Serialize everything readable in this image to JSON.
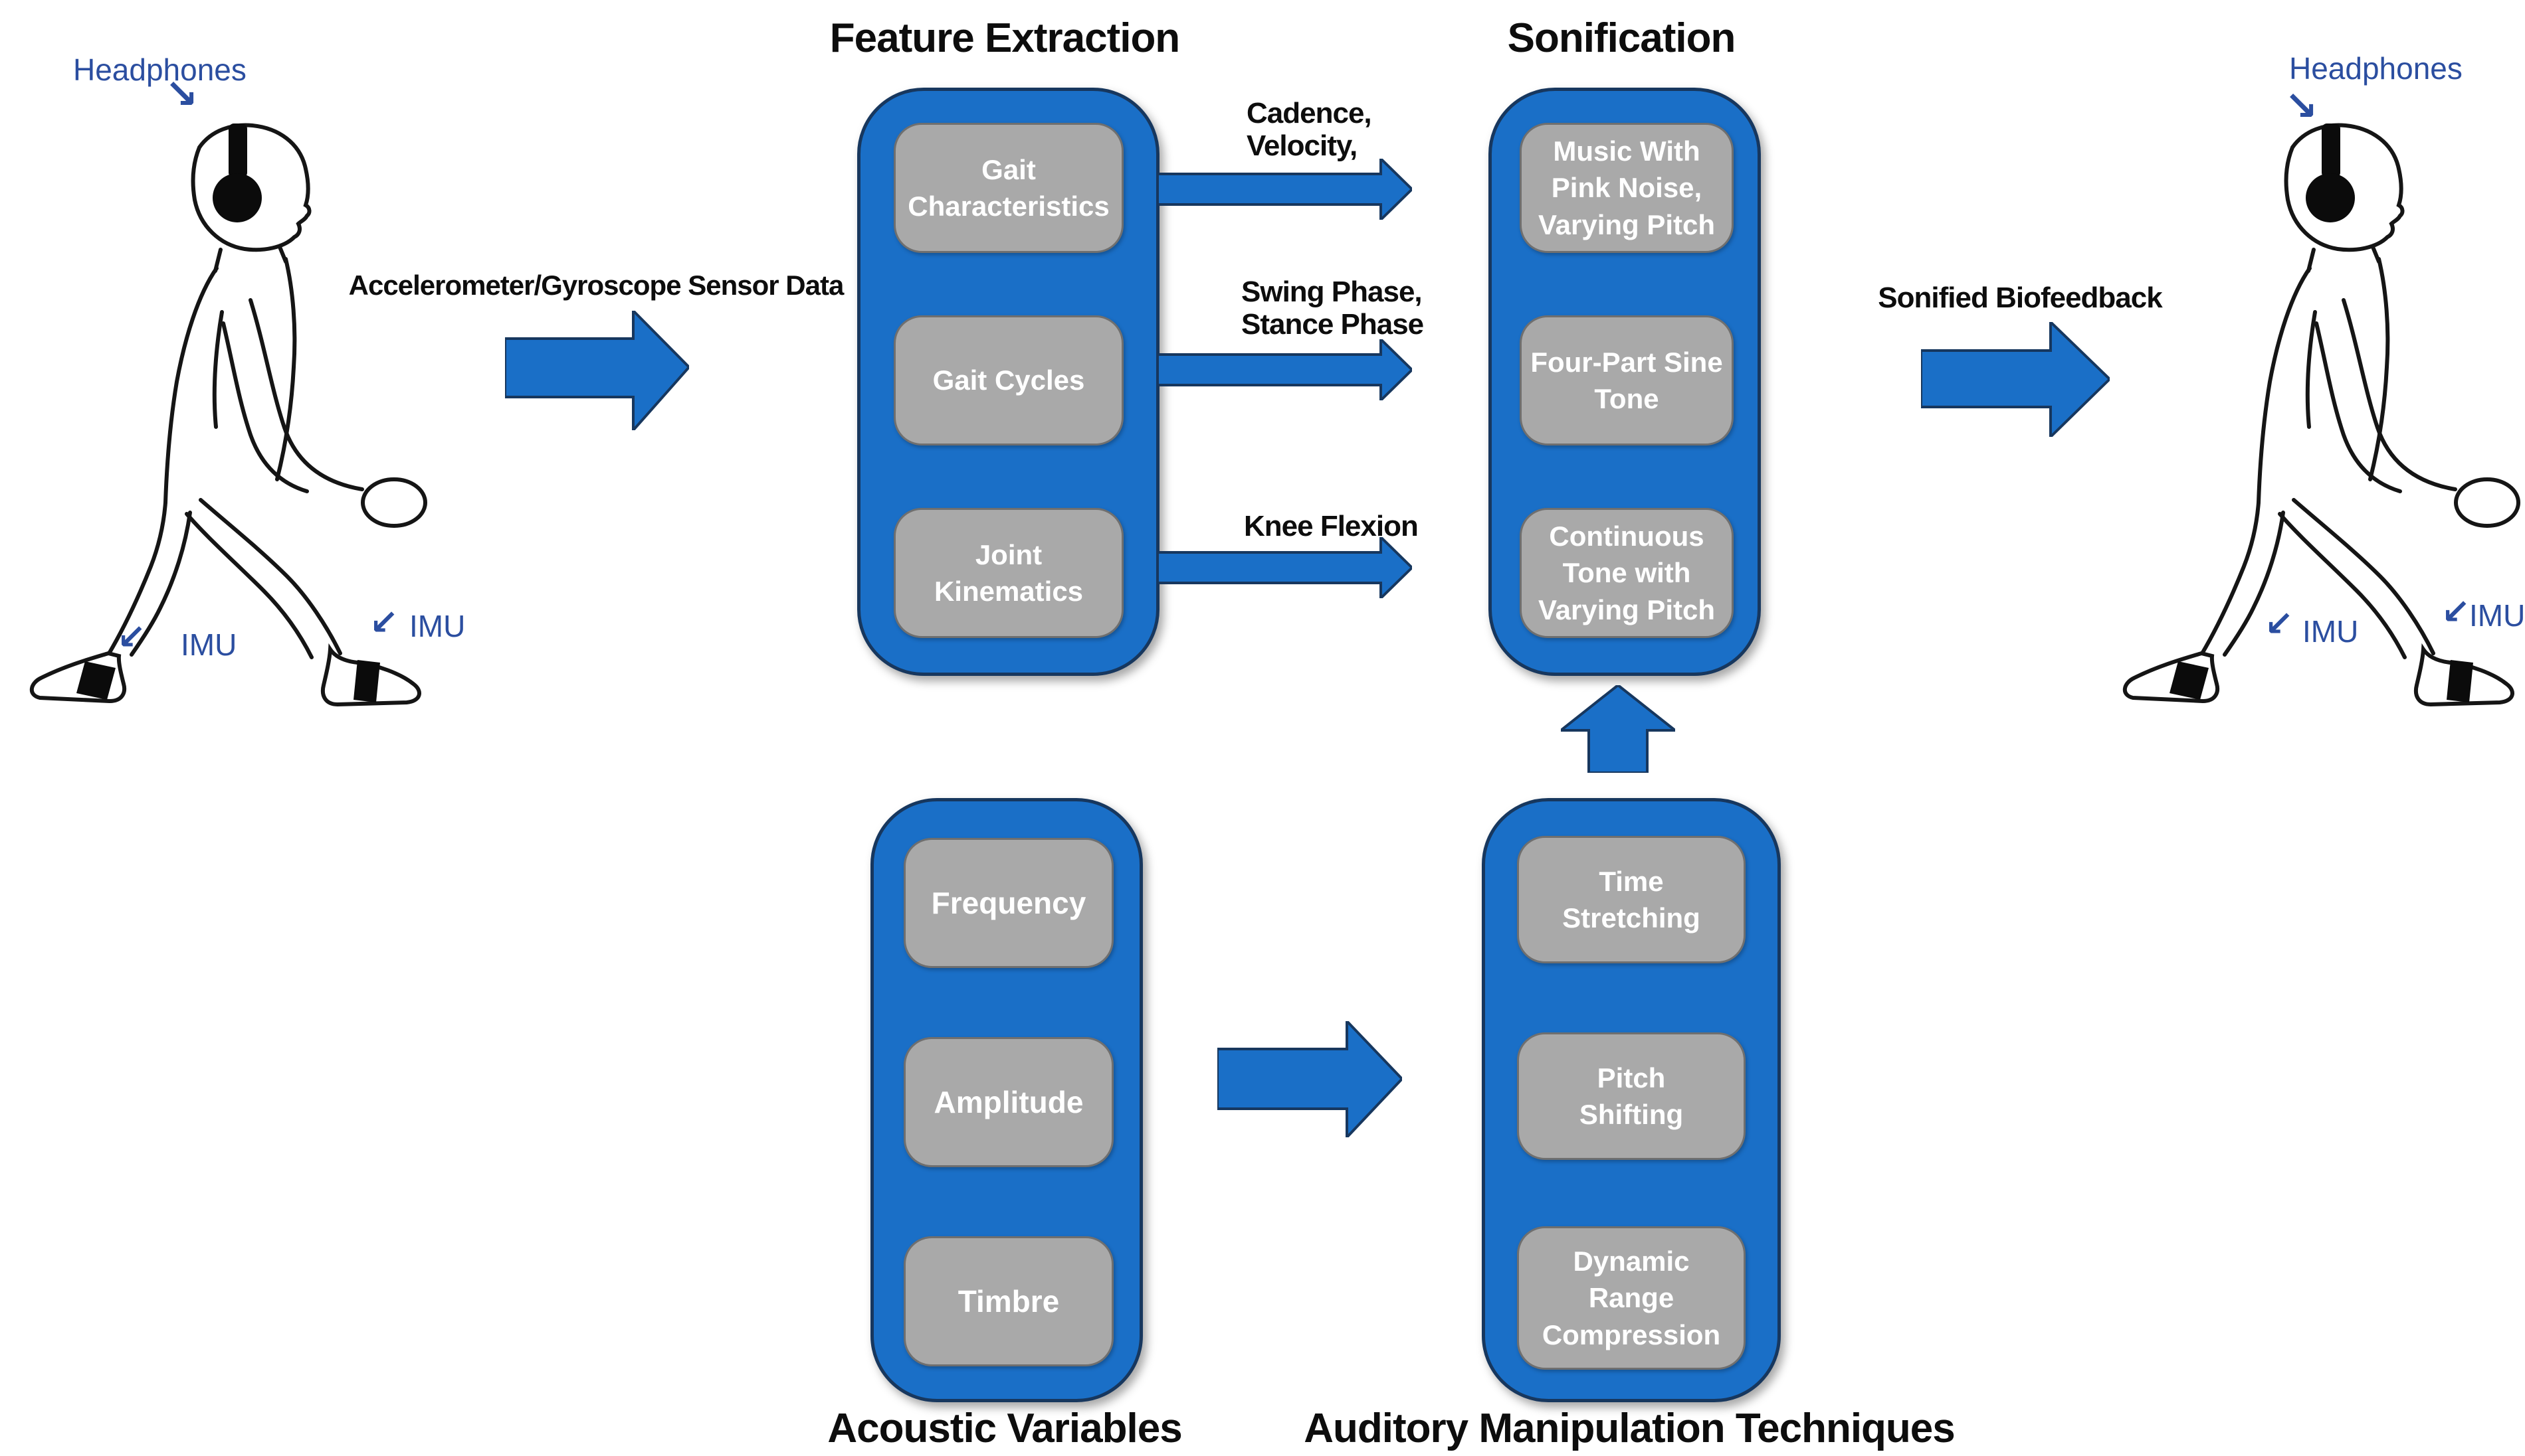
{
  "palette": {
    "accent_blue": "#1A6FC7",
    "outline_navy": "#17375E",
    "box_gray": "#A9A9A9",
    "box_gray_border": "#6F6F6F",
    "label_blue": "#2B4EA0",
    "text_black": "#111111"
  },
  "icons": {
    "pointer_se": "↘",
    "pointer_sw": "↙"
  },
  "people": {
    "left": {
      "headphones_label": "Headphones",
      "imu_back_label": "IMU",
      "imu_front_label": "IMU"
    },
    "right": {
      "headphones_label": "Headphones",
      "imu_back_label": "IMU",
      "imu_front_label": "IMU"
    }
  },
  "flow_labels": {
    "sensor_data": "Accelerometer/Gyroscope Sensor Data",
    "cadence_velocity": "Cadence,\nVelocity,",
    "swing_stance": "Swing Phase,\nStance Phase",
    "knee_flexion": "Knee Flexion",
    "sonified_biofeedback": "Sonified Biofeedback"
  },
  "columns": {
    "feature_extraction": {
      "title": "Feature Extraction",
      "boxes": [
        "Gait\nCharacteristics",
        "Gait Cycles",
        "Joint\nKinematics"
      ]
    },
    "sonification": {
      "title": "Sonification",
      "boxes": [
        "Music With\nPink Noise,\nVarying Pitch",
        "Four-Part Sine\nTone",
        "Continuous\nTone with\nVarying Pitch"
      ]
    },
    "acoustic_variables": {
      "title": "Acoustic Variables",
      "boxes": [
        "Frequency",
        "Amplitude",
        "Timbre"
      ]
    },
    "auditory_manipulation": {
      "title": "Auditory Manipulation Techniques",
      "boxes": [
        "Time\nStretching",
        "Pitch Shifting",
        "Dynamic\nRange\nCompression"
      ]
    }
  }
}
